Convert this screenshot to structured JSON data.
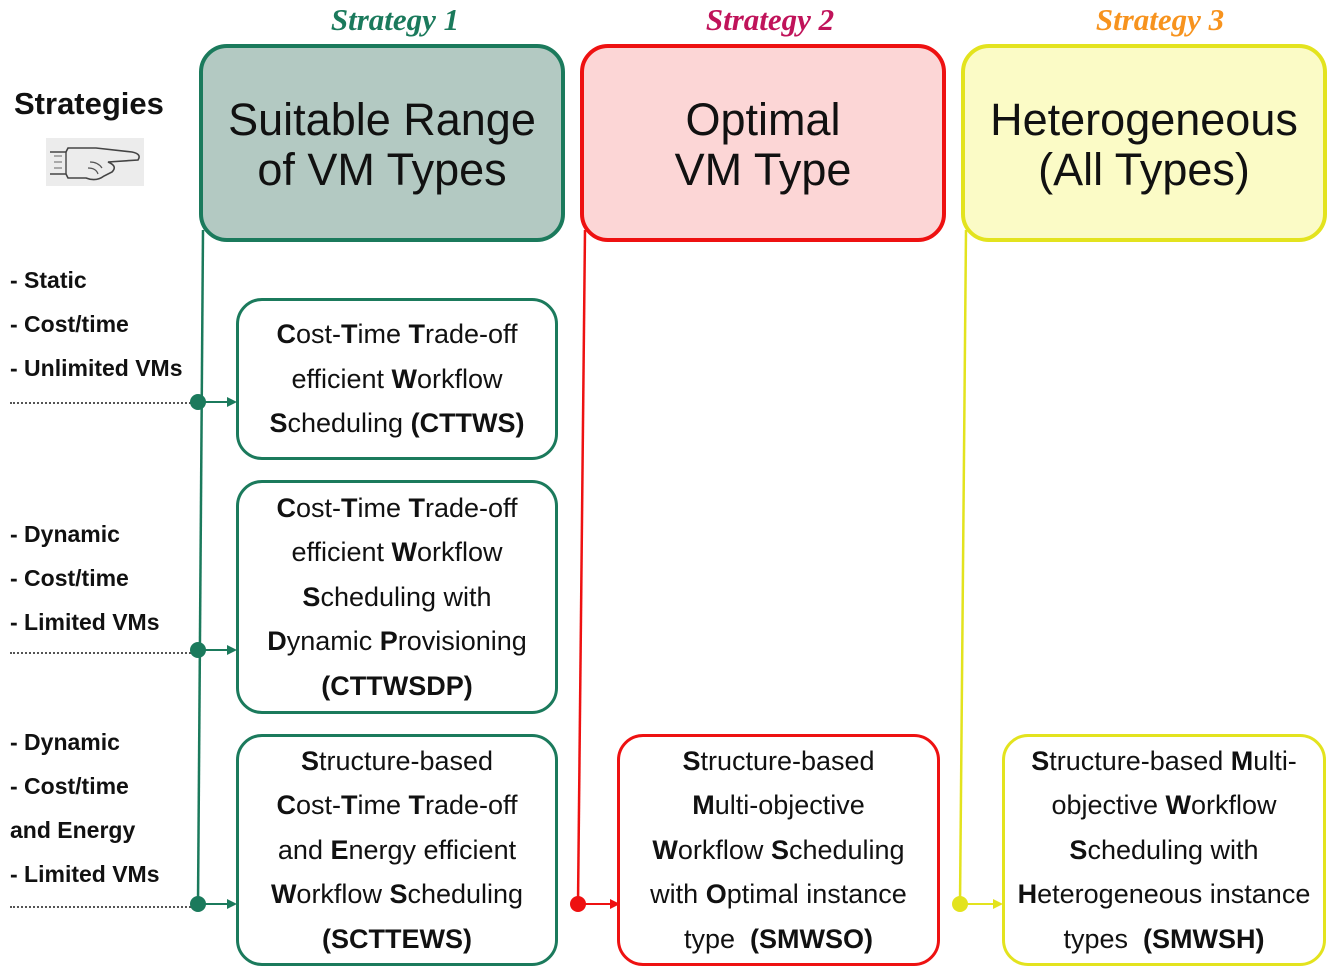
{
  "header": {
    "strategies_label": "Strategies",
    "pointer_icon": "pointing-hand-icon"
  },
  "colors": {
    "strategy1": "#1b7a5c",
    "strategy1_fill": "#b3c9c2",
    "strategy2": "#ee1111",
    "strategy2_title": "#c0135a",
    "strategy2_fill": "#fcd6d6",
    "strategy3": "#e3e31e",
    "strategy3_title": "#f7931e",
    "strategy3_fill": "#fbfbc6"
  },
  "strategies": [
    {
      "title": "Strategy 1",
      "box": "Suitable Range\nof VM Types"
    },
    {
      "title": "Strategy 2",
      "box": "Optimal\nVM Type"
    },
    {
      "title": "Strategy 3",
      "box": "Heterogeneous\n(All Types)"
    }
  ],
  "conditions": [
    {
      "text": "- Static\n- Cost/time\n- Unlimited VMs"
    },
    {
      "text": "- Dynamic\n- Cost/time\n- Limited VMs"
    },
    {
      "text": "- Dynamic\n- Cost/time\nand Energy\n- Limited VMs"
    }
  ],
  "algorithms": {
    "cttws": [
      [
        {
          "t": "C",
          "b": true
        },
        {
          "t": "ost-"
        },
        {
          "t": "T",
          "b": true
        },
        {
          "t": "ime "
        },
        {
          "t": "T",
          "b": true
        },
        {
          "t": "rade-off"
        }
      ],
      [
        {
          "t": "efficient "
        },
        {
          "t": "W",
          "b": true
        },
        {
          "t": "orkflow"
        }
      ],
      [
        {
          "t": "S",
          "b": true
        },
        {
          "t": "cheduling "
        },
        {
          "t": "(CTTWS)",
          "b": true
        }
      ]
    ],
    "cttwsdp": [
      [
        {
          "t": "C",
          "b": true
        },
        {
          "t": "ost-"
        },
        {
          "t": "T",
          "b": true
        },
        {
          "t": "ime "
        },
        {
          "t": "T",
          "b": true
        },
        {
          "t": "rade-off"
        }
      ],
      [
        {
          "t": "efficient "
        },
        {
          "t": "W",
          "b": true
        },
        {
          "t": "orkflow"
        }
      ],
      [
        {
          "t": "S",
          "b": true
        },
        {
          "t": "cheduling with"
        }
      ],
      [
        {
          "t": "D",
          "b": true
        },
        {
          "t": "ynamic "
        },
        {
          "t": "P",
          "b": true
        },
        {
          "t": "rovisioning"
        }
      ],
      [
        {
          "t": "(CTTWSDP)",
          "b": true
        }
      ]
    ],
    "scttews": [
      [
        {
          "t": "S",
          "b": true
        },
        {
          "t": "tructure-based"
        }
      ],
      [
        {
          "t": "C",
          "b": true
        },
        {
          "t": "ost-"
        },
        {
          "t": "T",
          "b": true
        },
        {
          "t": "ime "
        },
        {
          "t": "T",
          "b": true
        },
        {
          "t": "rade-off"
        }
      ],
      [
        {
          "t": "and "
        },
        {
          "t": "E",
          "b": true
        },
        {
          "t": "nergy efficient"
        }
      ],
      [
        {
          "t": "W",
          "b": true
        },
        {
          "t": "orkflow "
        },
        {
          "t": "S",
          "b": true
        },
        {
          "t": "cheduling"
        }
      ],
      [
        {
          "t": "(SCTTEWS)",
          "b": true
        }
      ]
    ],
    "smwso": [
      [
        {
          "t": "S",
          "b": true
        },
        {
          "t": "tructure-based"
        }
      ],
      [
        {
          "t": "M",
          "b": true
        },
        {
          "t": "ulti-objective"
        }
      ],
      [
        {
          "t": "W",
          "b": true
        },
        {
          "t": "orkflow "
        },
        {
          "t": "S",
          "b": true
        },
        {
          "t": "cheduling"
        }
      ],
      [
        {
          "t": "with "
        },
        {
          "t": "O",
          "b": true
        },
        {
          "t": "ptimal instance"
        }
      ],
      [
        {
          "t": "type  "
        },
        {
          "t": "(SMWSO)",
          "b": true
        }
      ]
    ],
    "smwsh": [
      [
        {
          "t": "S",
          "b": true
        },
        {
          "t": "tructure-based "
        },
        {
          "t": "M",
          "b": true
        },
        {
          "t": "ulti-"
        }
      ],
      [
        {
          "t": "objective "
        },
        {
          "t": "W",
          "b": true
        },
        {
          "t": "orkflow"
        }
      ],
      [
        {
          "t": "S",
          "b": true
        },
        {
          "t": "cheduling with"
        }
      ],
      [
        {
          "t": "H",
          "b": true
        },
        {
          "t": "eterogeneous instance"
        }
      ],
      [
        {
          "t": "types  "
        },
        {
          "t": "(SMWSH)",
          "b": true
        }
      ]
    ]
  }
}
